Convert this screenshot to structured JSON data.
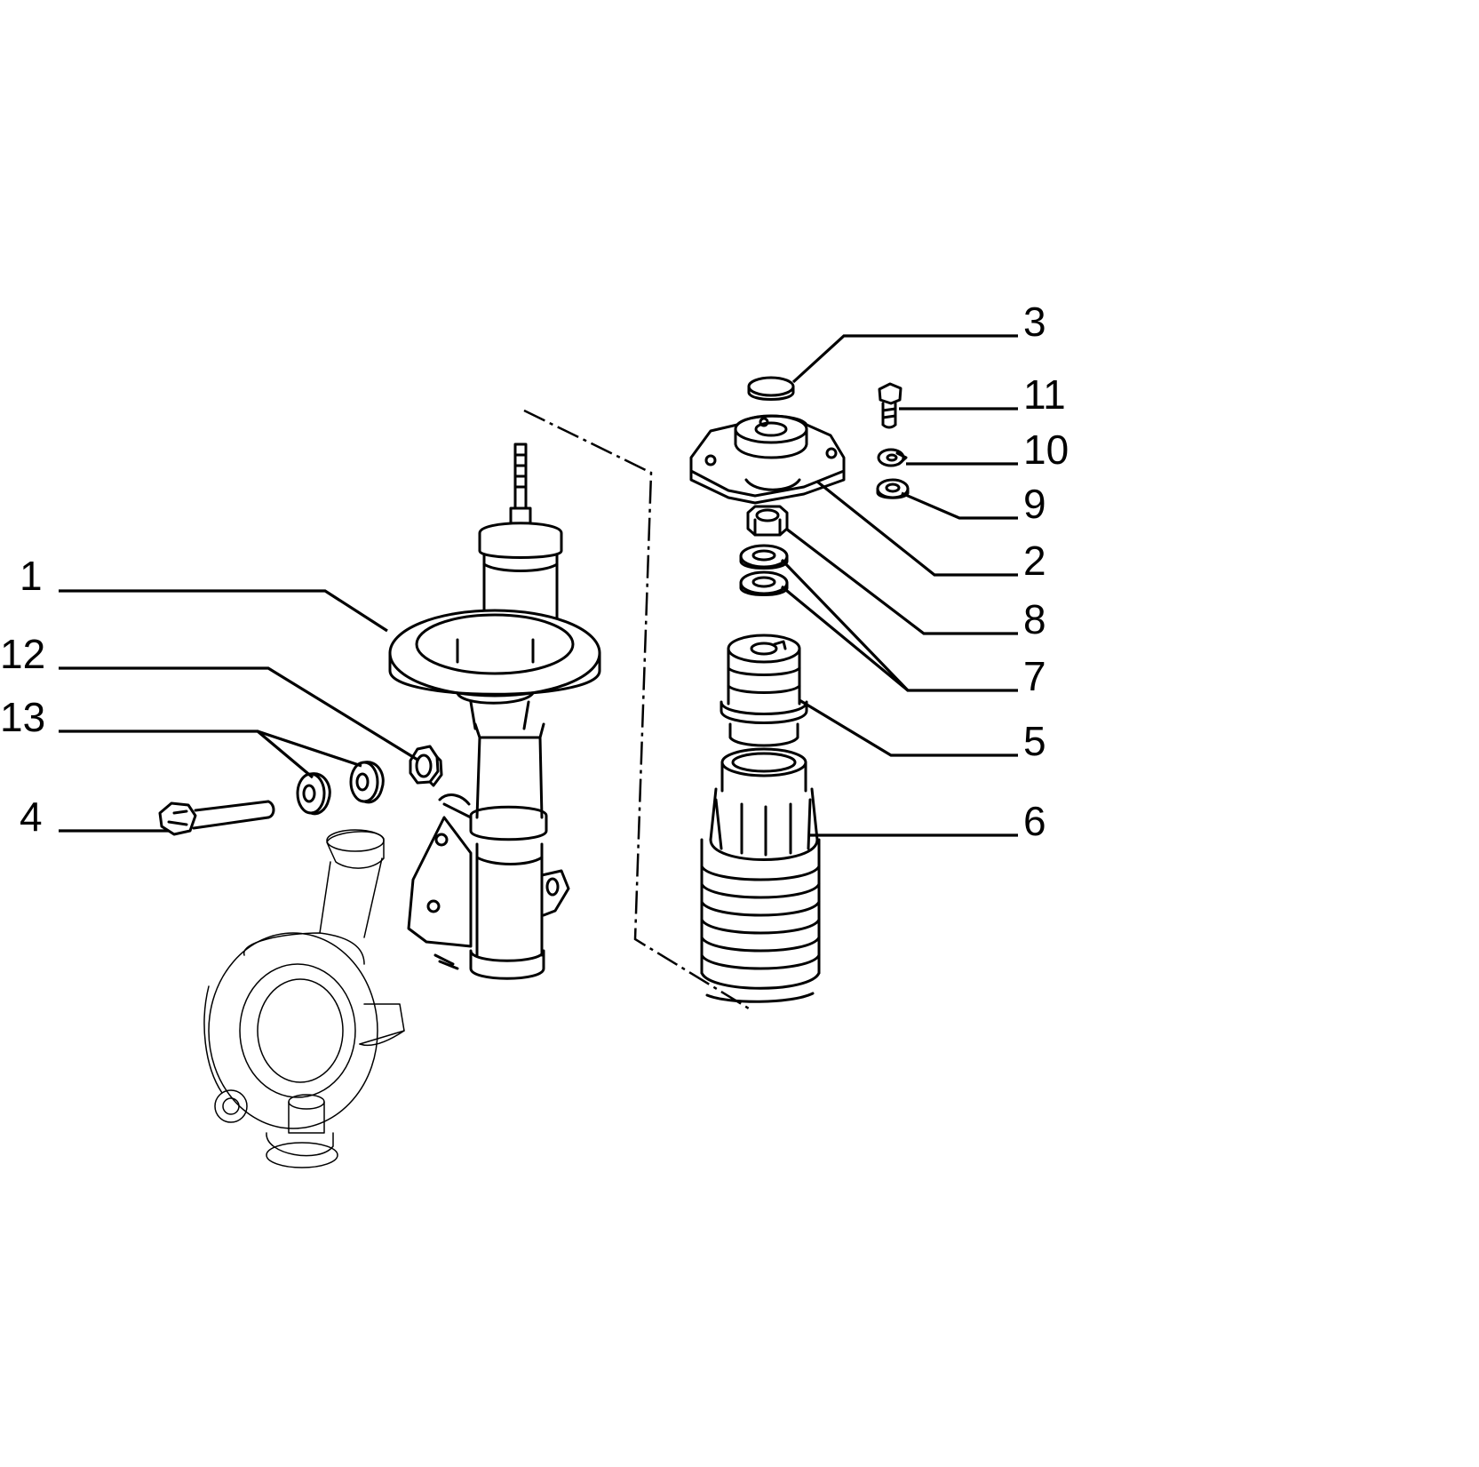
{
  "diagram": {
    "callouts": [
      {
        "id": "1",
        "label": "1"
      },
      {
        "id": "12",
        "label": "12"
      },
      {
        "id": "13",
        "label": "13"
      },
      {
        "id": "4",
        "label": "4"
      },
      {
        "id": "3",
        "label": "3"
      },
      {
        "id": "11",
        "label": "11"
      },
      {
        "id": "10",
        "label": "10"
      },
      {
        "id": "9",
        "label": "9"
      },
      {
        "id": "2",
        "label": "2"
      },
      {
        "id": "8",
        "label": "8"
      },
      {
        "id": "7",
        "label": "7"
      },
      {
        "id": "5",
        "label": "5"
      },
      {
        "id": "6",
        "label": "6"
      }
    ]
  },
  "colors": {
    "ink": "#000000",
    "background": "#ffffff"
  }
}
